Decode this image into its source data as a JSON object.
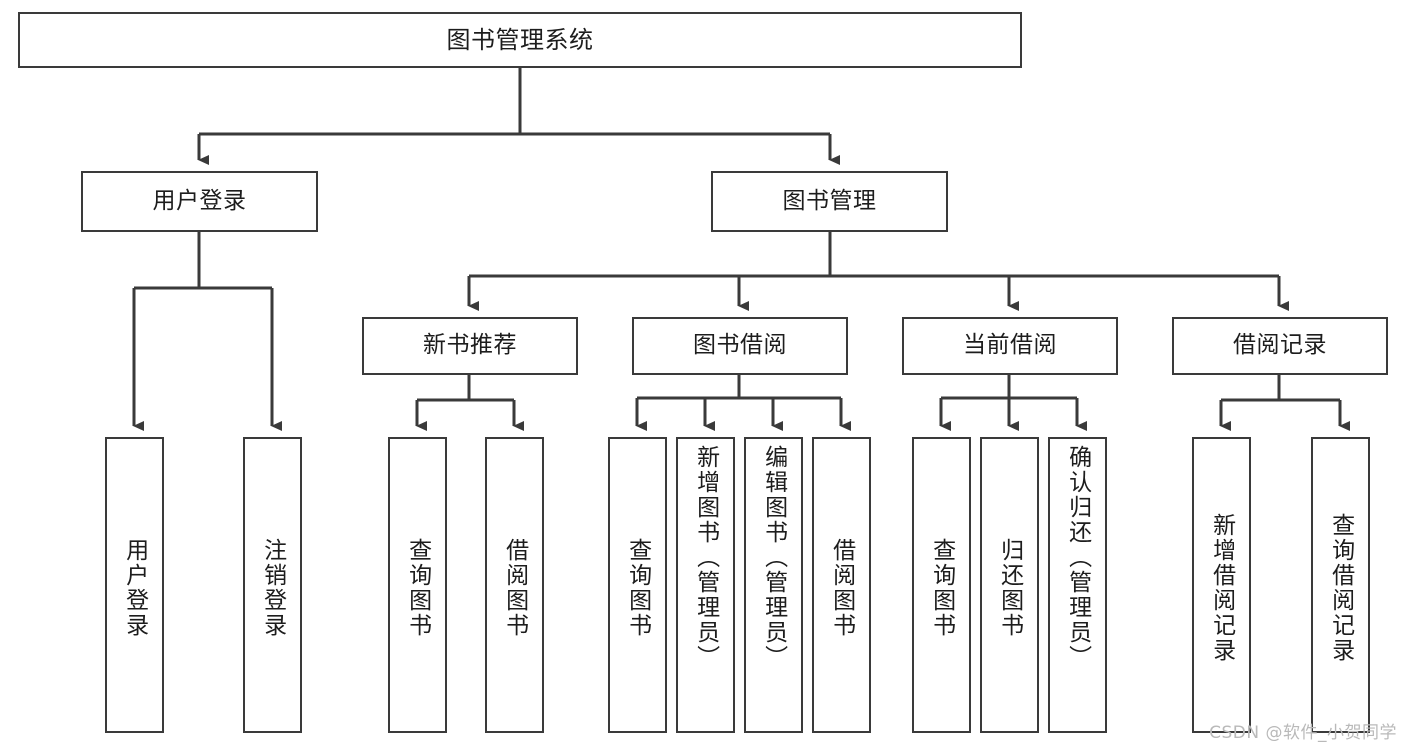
{
  "diagram": {
    "title": "图书管理系统",
    "type": "tree-hierarchy",
    "watermark": "CSDN @软件_小贺同学",
    "colors": {
      "box_border": "#3a3a3a",
      "box_fill": "#ffffff",
      "edge": "#3a3a3a",
      "text": "#1d1d1d",
      "watermark": "#b9b9b9",
      "background": "#ffffff"
    },
    "levels": {
      "root": {
        "label": "图书管理系统"
      },
      "level2": [
        {
          "label": "用户登录"
        },
        {
          "label": "图书管理"
        }
      ],
      "level3": [
        {
          "label": "新书推荐"
        },
        {
          "label": "图书借阅"
        },
        {
          "label": "当前借阅"
        },
        {
          "label": "借阅记录"
        }
      ],
      "leaves": {
        "user_login": [
          {
            "label": "用户登录"
          },
          {
            "label": "注销登录"
          }
        ],
        "new_book_recommend": [
          {
            "label": "查询图书"
          },
          {
            "label": "借阅图书"
          }
        ],
        "book_borrow": [
          {
            "label": "查询图书"
          },
          {
            "label": "新增图书（管理员）"
          },
          {
            "label": "编辑图书（管理员）"
          },
          {
            "label": "借阅图书"
          }
        ],
        "current_borrow": [
          {
            "label": "查询图书"
          },
          {
            "label": "归还图书"
          },
          {
            "label": "确认归还（管理员）"
          }
        ],
        "borrow_record": [
          {
            "label": "新增借阅记录"
          },
          {
            "label": "查询借阅记录"
          }
        ]
      }
    }
  }
}
